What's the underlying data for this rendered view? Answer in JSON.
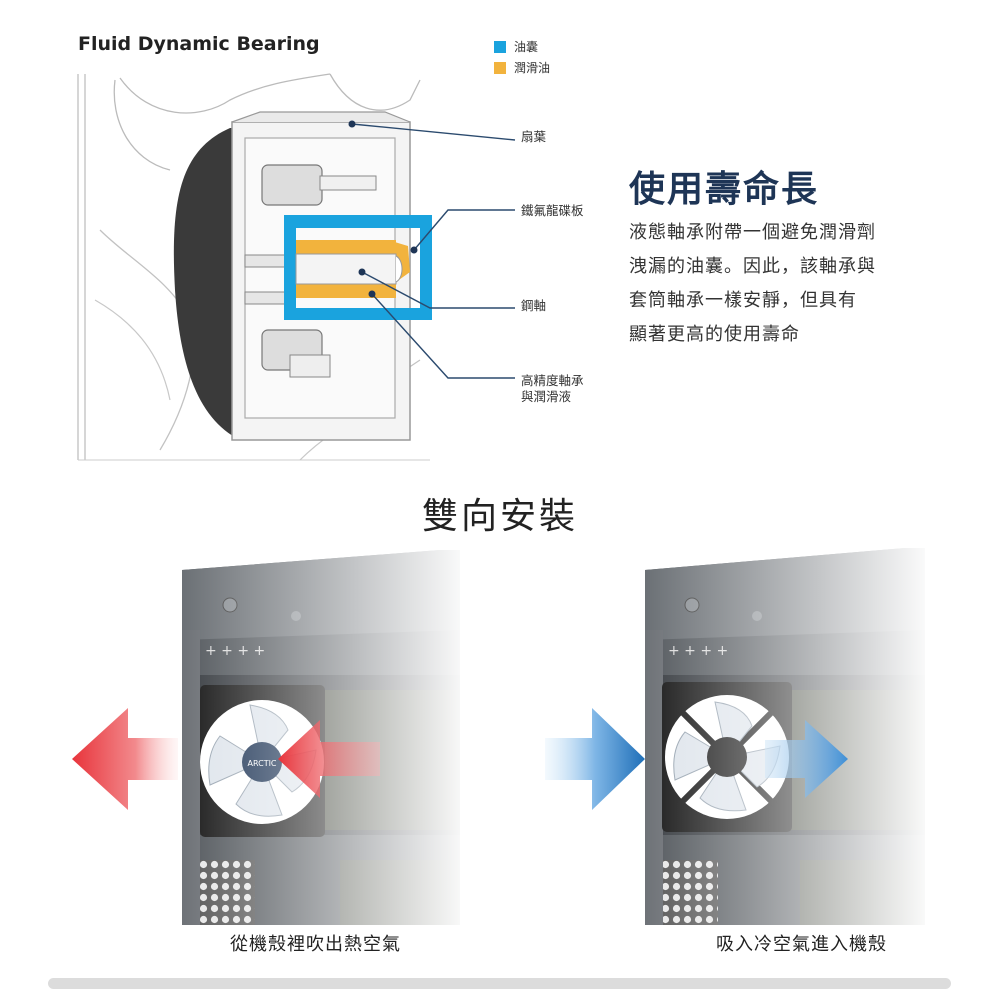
{
  "diagram": {
    "title": "Fluid Dynamic Bearing",
    "legend": [
      {
        "label": "油囊",
        "color": "#1aa3de"
      },
      {
        "label": "潤滑油",
        "color": "#f2b33d"
      }
    ],
    "callouts": [
      {
        "label": "扇葉"
      },
      {
        "label": "鐵氟龍碟板"
      },
      {
        "label": "鋼軸"
      },
      {
        "label": "高精度軸承\n與潤滑液"
      }
    ]
  },
  "feature": {
    "title": "使用壽命長",
    "description_lines": [
      "液態軸承附帶一個避免潤滑劑",
      "洩漏的油囊。因此，該軸承與",
      "套筒軸承一樣安靜，但具有",
      "顯著更高的使用壽命"
    ]
  },
  "installation": {
    "title": "雙向安裝",
    "panels": [
      {
        "caption": "從機殼裡吹出熱空氣",
        "arrow_direction": "left",
        "arrow_color": "#e8343b",
        "fan_logo": "ARCTIC"
      },
      {
        "caption": "吸入冷空氣進入機殼",
        "arrow_direction": "right",
        "arrow_color": "#1f6fb8"
      }
    ]
  }
}
